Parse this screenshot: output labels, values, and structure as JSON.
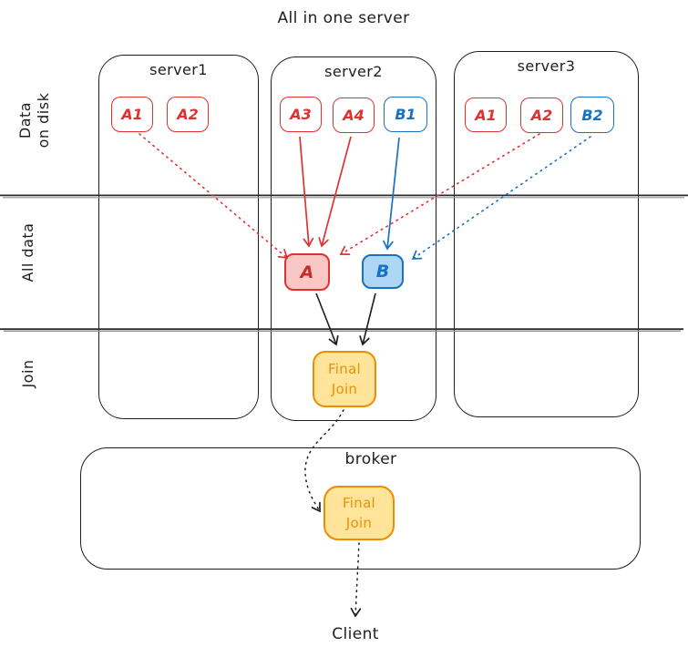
{
  "title": "All in one server",
  "colors": {
    "ink": "#1e1e1e",
    "red": "#e03131",
    "red_fill": "#fac7c7",
    "blue": "#1971c2",
    "blue_fill": "#aed7f5",
    "orange": "#f08c00",
    "orange_text": "#e8910c",
    "yellow_fill": "#ffe499"
  },
  "row_labels": {
    "disk": [
      "Data",
      "on disk"
    ],
    "all_data": "All data",
    "join": "Join"
  },
  "servers": [
    {
      "label": "server1",
      "chips": [
        {
          "label": "A1",
          "color": "red"
        },
        {
          "label": "A2",
          "color": "red"
        }
      ]
    },
    {
      "label": "server2",
      "chips": [
        {
          "label": "A3",
          "color": "red"
        },
        {
          "label": "A4",
          "color": "red"
        },
        {
          "label": "B1",
          "color": "blue"
        }
      ]
    },
    {
      "label": "server3",
      "chips": [
        {
          "label": "A1",
          "color": "red"
        },
        {
          "label": "A2",
          "color": "red"
        },
        {
          "label": "B2",
          "color": "blue"
        }
      ]
    }
  ],
  "nodes": {
    "a": {
      "label": "A"
    },
    "b": {
      "label": "B"
    },
    "final_join_server": {
      "line1": "Final",
      "line2": "Join"
    },
    "final_join_broker": {
      "line1": "Final",
      "line2": "Join"
    }
  },
  "broker": {
    "label": "broker"
  },
  "client": {
    "label": "Client"
  }
}
